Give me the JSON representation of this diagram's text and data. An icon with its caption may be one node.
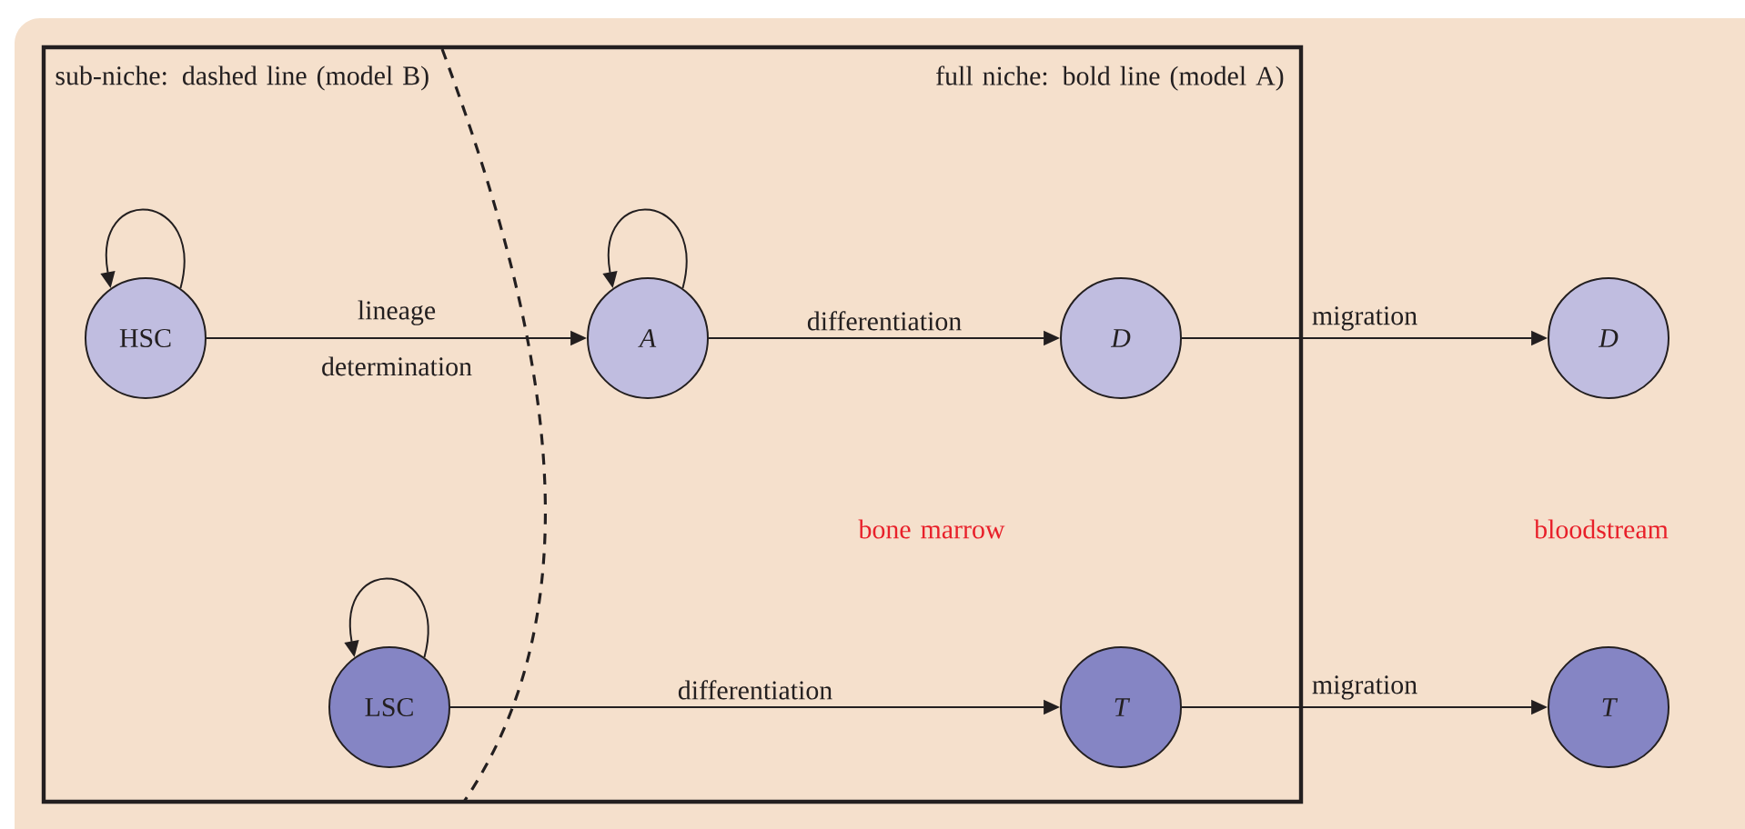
{
  "diagram": {
    "nodes": [
      {
        "text": [
          "HSC"
        ]
      },
      {
        "text": [
          "A"
        ]
      },
      {
        "text": [
          "D"
        ]
      },
      {
        "text": [
          "D"
        ]
      },
      {
        "text": [
          "LSC"
        ]
      },
      {
        "text": [
          "T"
        ]
      },
      {
        "text": [
          "T"
        ]
      }
    ],
    "edges": [
      {
        "from": 0,
        "to": 0,
        "arrow": "to"
      },
      {
        "from": 1,
        "to": 1,
        "arrow": "to"
      },
      {
        "from": 4,
        "to": 4,
        "arrow": "to"
      },
      {
        "from": 0,
        "to": 1,
        "arrow": "to",
        "label": "lineage determination"
      },
      {
        "from": 1,
        "to": 2,
        "arrow": "to",
        "label": "differentiation"
      },
      {
        "from": 2,
        "to": 3,
        "arrow": "to",
        "label": "migration"
      },
      {
        "from": 4,
        "to": 5,
        "arrow": "to",
        "label": "differentiation"
      },
      {
        "from": 5,
        "to": 6,
        "arrow": "to",
        "label": "migration"
      }
    ],
    "labels": [
      "sub-niche: dashed line (model B)",
      "full niche: bold line (model A)",
      "bone marrow",
      "bloodstream"
    ]
  }
}
